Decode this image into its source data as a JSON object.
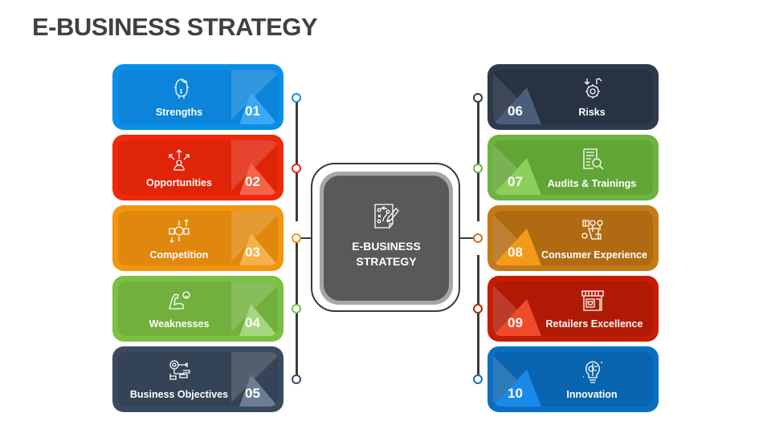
{
  "title": "E-BUSINESS STRATEGY",
  "center": {
    "line1": "E-BUSINESS",
    "line2": "STRATEGY",
    "icon": "strategy-plan-icon",
    "color": "#595959"
  },
  "left_items": [
    {
      "number": "01",
      "label": "Strengths",
      "icon": "head-brain-icon",
      "color": "#0a8fe8",
      "inner": "#0b84d9",
      "accent": "#3aa8f5"
    },
    {
      "number": "02",
      "label": "Opportunities",
      "icon": "person-arrows-icon",
      "color": "#f0290a",
      "inner": "#e02408",
      "accent": "#f4634a"
    },
    {
      "number": "03",
      "label": "Competition",
      "icon": "handshake-money-icon",
      "color": "#f5950f",
      "inner": "#e0870d",
      "accent": "#f8b04a"
    },
    {
      "number": "04",
      "label": "Weaknesses",
      "icon": "flexed-arm-icon",
      "color": "#7cc043",
      "inner": "#71b03c",
      "accent": "#a6d77d"
    },
    {
      "number": "05",
      "label": "Business Objectives",
      "icon": "target-flowchart-icon",
      "color": "#3b4a5e",
      "inner": "#354356",
      "accent": "#6b7d96"
    }
  ],
  "right_items": [
    {
      "number": "06",
      "label": "Risks",
      "icon": "gear-arrows-icon",
      "color": "#2e3a4c",
      "inner": "#273243",
      "accent": "#4b5d78"
    },
    {
      "number": "07",
      "label": "Audits & Trainings",
      "icon": "document-magnifier-icon",
      "color": "#6db33f",
      "inner": "#62a537",
      "accent": "#8ccf5a"
    },
    {
      "number": "08",
      "label": "Consumer Experience",
      "icon": "shopping-experience-icon",
      "color": "#c47a16",
      "inner": "#b06b12",
      "accent": "#f49a1a"
    },
    {
      "number": "09",
      "label": "Retailers Excellence",
      "icon": "storefront-icon",
      "color": "#c41d06",
      "inner": "#b01a05",
      "accent": "#f04a2a"
    },
    {
      "number": "10",
      "label": "Innovation",
      "icon": "lightbulb-gear-icon",
      "color": "#0a6fc2",
      "inner": "#0964b0",
      "accent": "#1a8ae8"
    }
  ],
  "dot_colors_left": [
    "#1a8ae8",
    "#f0290a",
    "#f5950f",
    "#7cc043",
    "#3b4a5e"
  ],
  "dot_colors_right": [
    "#2e3a4c",
    "#6db33f",
    "#c47a16",
    "#c41d06",
    "#0a6fc2"
  ]
}
